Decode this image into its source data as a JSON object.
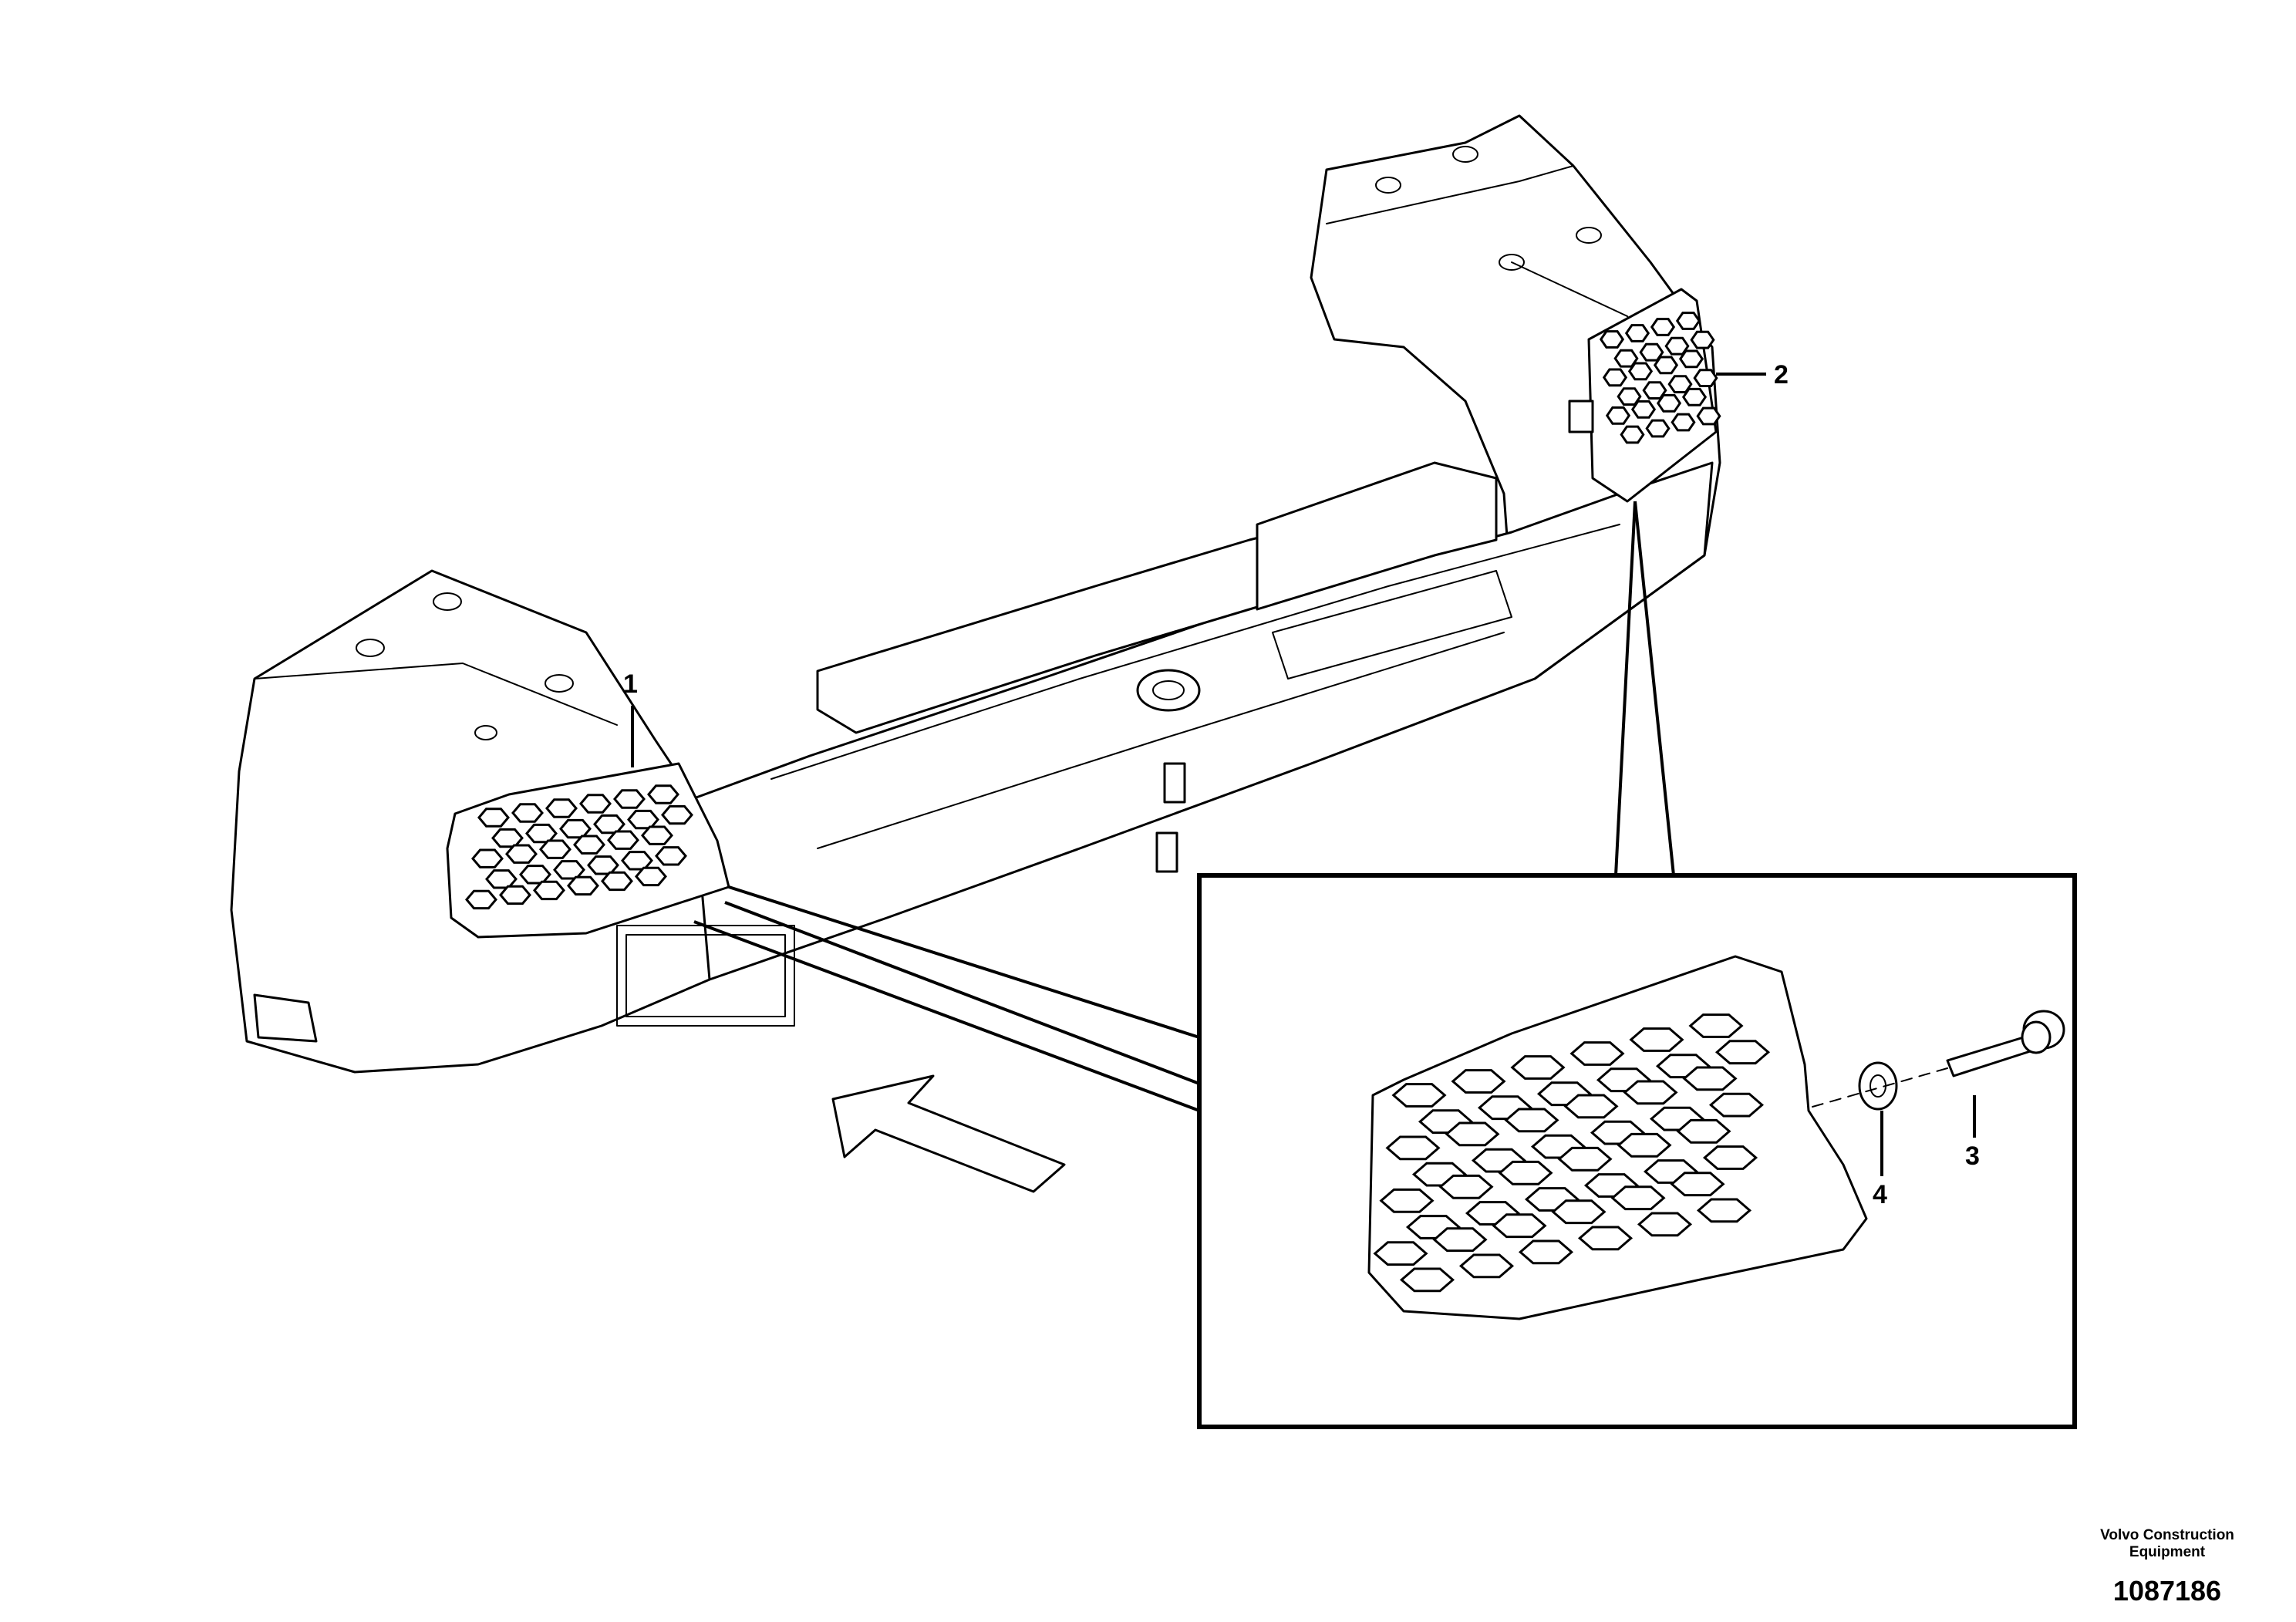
{
  "callouts": {
    "item1": "1",
    "item2": "2",
    "item3": "3",
    "item4": "4"
  },
  "footer": {
    "manufacturer_line1": "Volvo Construction",
    "manufacturer_line2": "Equipment",
    "illustration_number": "1087186"
  },
  "icons": {
    "view_direction": "arrow-outline-icon"
  },
  "colors": {
    "line": "#000000",
    "background": "#ffffff"
  }
}
